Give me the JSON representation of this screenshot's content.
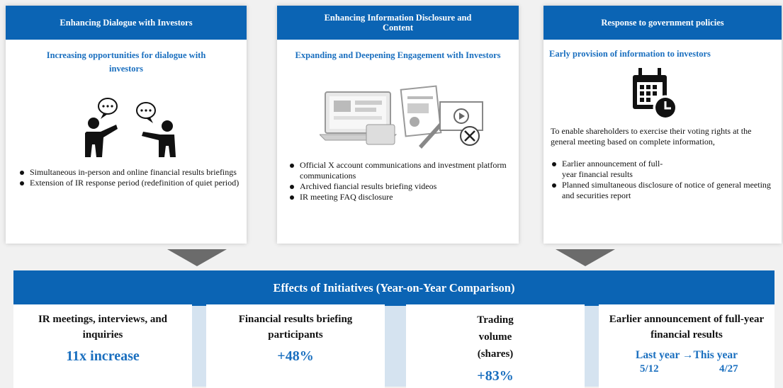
{
  "cards": [
    {
      "header": "Enhancing  Dialogue with Investors",
      "subtitle": "Increasing opportunities  for dialogue  with investors",
      "bullets": [
        "Simultaneous in-person and online financial results briefings",
        "Extension of IR response period (redefinition of quiet period)"
      ],
      "icon": "people-talking-icon"
    },
    {
      "header": "Enhancing  Information Disclosure and Content",
      "subtitle": "Expanding  and Deepening Engagement with Investors",
      "bullets": [
        "Official  X account communications  and investment  platform  communications",
        "Archived fiancial results briefing videos",
        "IR meeting  FAQ disclosure"
      ],
      "icon": "laptop-documents-x-icon"
    },
    {
      "header": "Response to government policies",
      "subtitle": "Early provision of information  to investors",
      "intro": "To enable shareholders to exercise  their voting rights  at the general meeting  based on complete information,",
      "bullets": [
        "Earlier announcement of full-year financial results",
        "Planned simultaneous disclosure  of notice of general meeting  and securities report"
      ],
      "icon": "calendar-clock-icon"
    }
  ],
  "effects": {
    "title": "Effects of Initiatives  (Year-on-Year Comparison)",
    "items": [
      {
        "label": "IR meetings, interviews, and inquiries",
        "value": "11x increase"
      },
      {
        "label": "Financial results briefing participants",
        "value": "+48%"
      },
      {
        "label": "Trading volume (shares)",
        "value": "+83%"
      },
      {
        "label": "Earlier announcement of full-year financial results",
        "value_line1": "Last year  →This year",
        "last_year": "5/12",
        "this_year": "4/27"
      }
    ]
  },
  "colors": {
    "header_blue": "#0b64b4",
    "accent_blue": "#1a6fbf",
    "arrow_gray": "#6b6b6b",
    "effects_bg": "#d5e3f0"
  }
}
